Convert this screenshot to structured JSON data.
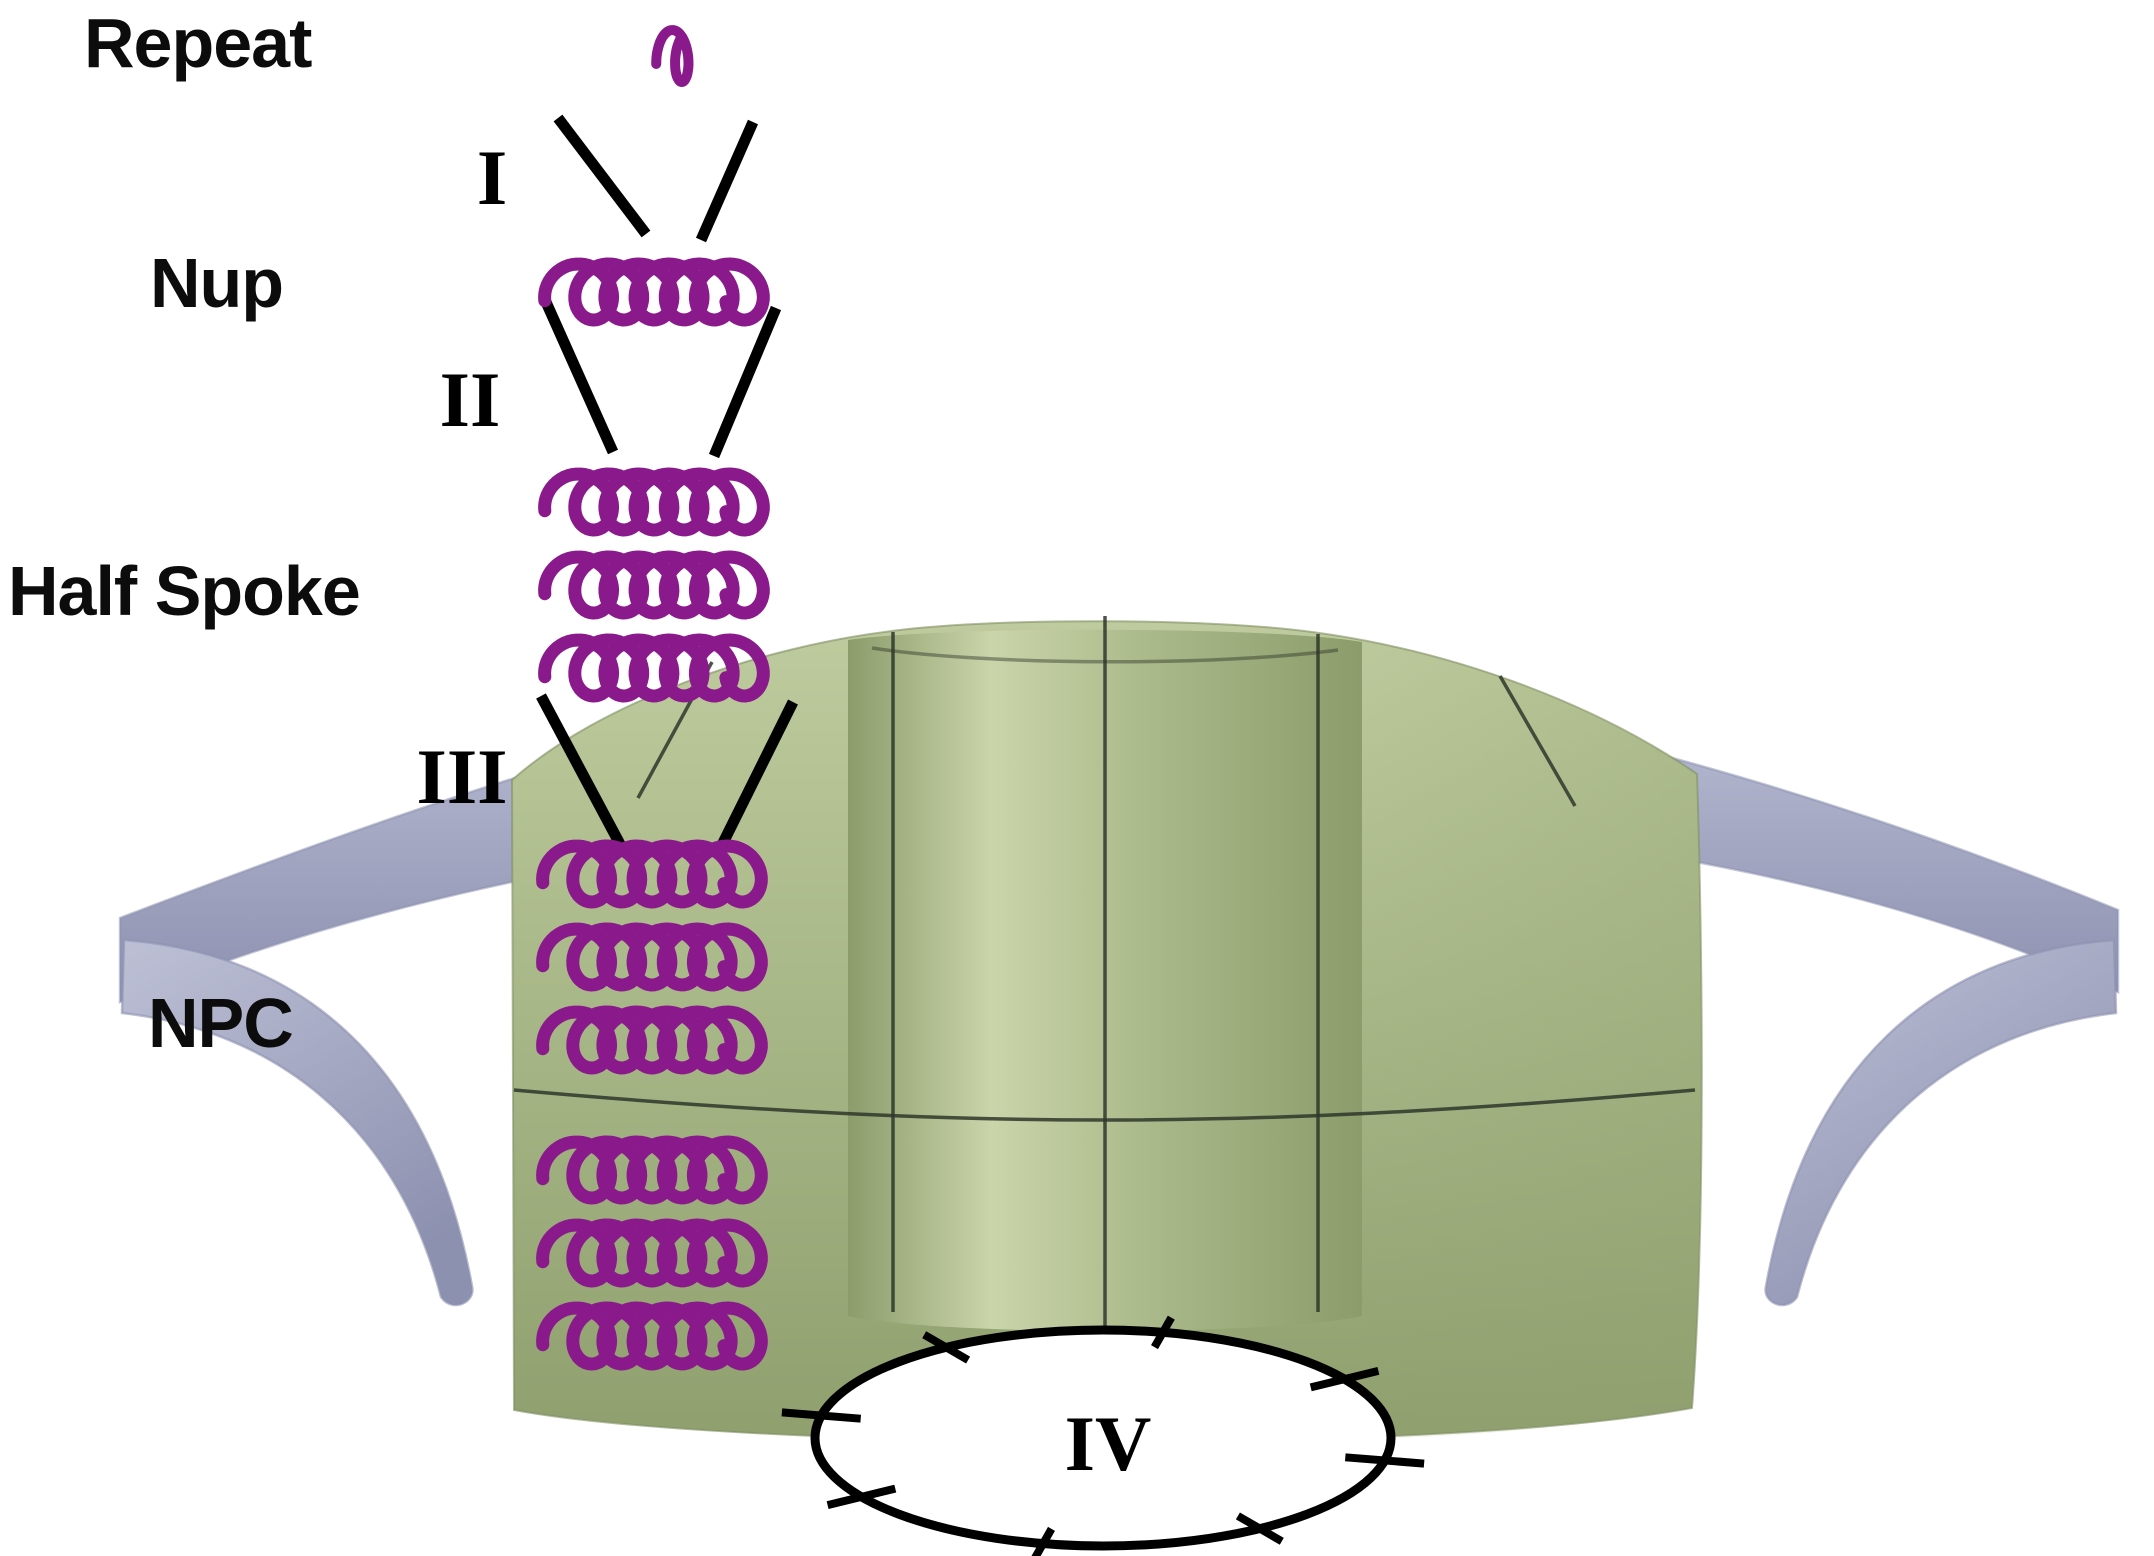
{
  "diagram": {
    "labels": {
      "repeat": "Repeat",
      "nup": "Nup",
      "half_spoke": "Half Spoke",
      "npc": "NPC"
    },
    "stage_numerals": {
      "i": "I",
      "ii": "II",
      "iii": "III",
      "iv": "IV"
    },
    "helix_rows": {
      "repeat": 1,
      "nup": 1,
      "half_spoke": 3,
      "npc_upper": 3,
      "npc_lower": 3
    },
    "pore_tick_count": 8,
    "colors": {
      "helix": "#8a1a8c",
      "outline": "#000000",
      "seam": "#2f362a",
      "green_top": "#becb9e",
      "green_mid": "#a9b888",
      "green_dark": "#8f9f6e",
      "channel_edge": "#8c9c6b",
      "channel_light": "#cad5aa",
      "membrane_light": "#bdc0d5",
      "membrane_mid": "#a5a8c3",
      "membrane_dark": "#8d91b0",
      "pore_fill": "#ffffff",
      "background": "#ffffff"
    }
  }
}
